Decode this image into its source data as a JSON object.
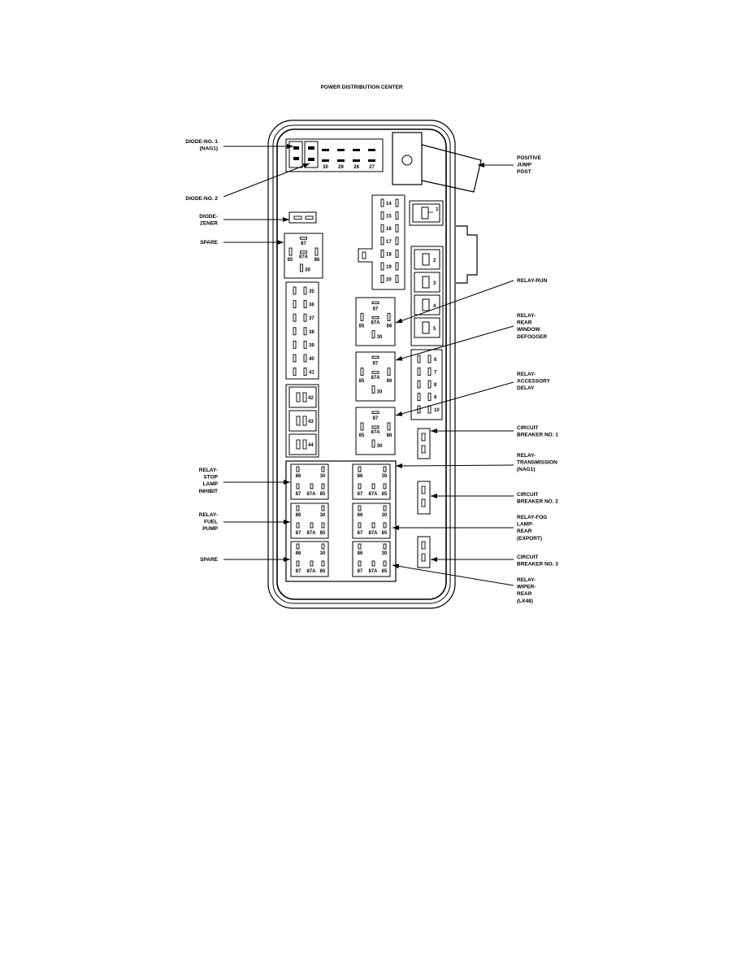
{
  "title": "POWER DISTRIBUTION CENTER",
  "callouts": {
    "diode_no1": [
      "DIODE-NO. 1",
      "(NAG1)"
    ],
    "diode_no2": [
      "DIODE-NO. 2"
    ],
    "diode_zener": [
      "DIODE-",
      "ZENER"
    ],
    "spare_top": [
      "SPARE"
    ],
    "stop_lamp": [
      "RELAY-",
      "STOP",
      "LAMP",
      "INHIBIT"
    ],
    "fuel_pump": [
      "RELAY-",
      "FUEL",
      "PUMP"
    ],
    "spare_bottom": [
      "SPARE"
    ],
    "jump_post": [
      "POSITIVE",
      "JUMP",
      "POST"
    ],
    "run": [
      "RELAY-RUN"
    ],
    "rear_defogger": [
      "RELAY-",
      "REAR",
      "WINDOW",
      "DEFOGGER"
    ],
    "accessory_delay": [
      "RELAY-",
      "ACCESSORY",
      "DELAY"
    ],
    "cb1": [
      "CIRCUIT",
      "BREAKER NO. 1"
    ],
    "transmission": [
      "RELAY-",
      "TRANSMISSION",
      "(NAG1)"
    ],
    "cb2": [
      "CIRCUIT",
      "BREAKER NO. 2"
    ],
    "fog_lamp": [
      "RELAY-FOG",
      "LAMP-",
      "REAR",
      "(EXPORT)"
    ],
    "cb3": [
      "CIRCUIT",
      "BREAKER NO. 3"
    ],
    "wiper_rear": [
      "RELAY-",
      "WIPER-",
      "REAR",
      "(LX48)"
    ]
  },
  "top_fuses": [
    "30",
    "29",
    "28",
    "27"
  ],
  "middle_fuses": [
    "14",
    "15",
    "16",
    "17",
    "18",
    "19",
    "20"
  ],
  "left_fuses": [
    "35",
    "36",
    "37",
    "38",
    "39",
    "40",
    "41"
  ],
  "left_cartridges": [
    "42",
    "43",
    "44"
  ],
  "top_cartridge": "1",
  "right_cartridges": [
    "2",
    "3",
    "4",
    "5"
  ],
  "right_fuses": [
    "6",
    "7",
    "8",
    "9",
    "10"
  ],
  "iso_relay_terminals": {
    "t87": "87",
    "t85": "85",
    "t87a": "87A",
    "t86": "86",
    "t30": "30"
  },
  "micro_relay_terminals": {
    "t86": "86",
    "t30": "30",
    "t87": "87",
    "t87a": "87A",
    "t85": "85"
  }
}
